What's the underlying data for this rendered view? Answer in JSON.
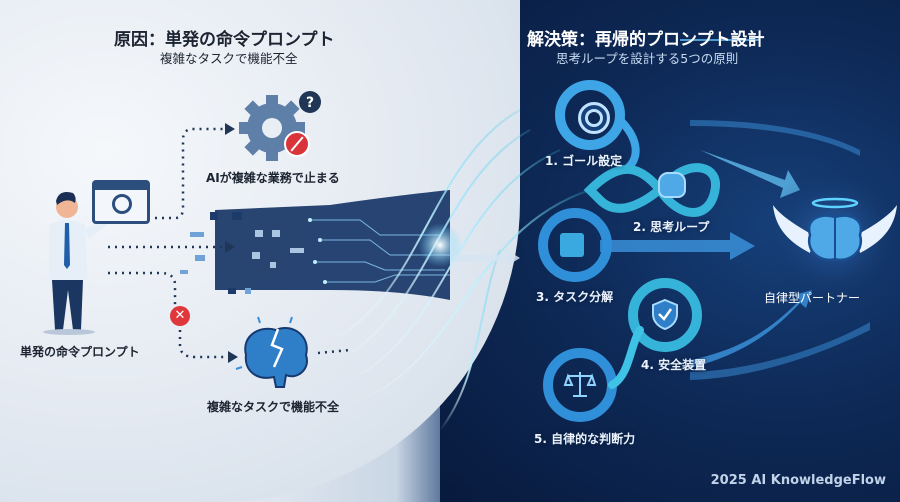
{
  "left": {
    "title": "原因：単発の命令プロンプト",
    "subtitle": "複雑なタスクで機能不全",
    "person_label": "単発の命令プロンプト",
    "gear_label": "AIが複雑な業務で止まる",
    "brain_label": "複雑なタスクで機能不全",
    "icons": [
      "person-icon",
      "browser-window-block-icon",
      "gear-question-icon",
      "prohibited-icon",
      "error-x-icon",
      "broken-brain-icon"
    ]
  },
  "right": {
    "title": "解決策：再帰的プロンプト設計",
    "subtitle": "思考ループを設計する5つの原則",
    "steps": [
      {
        "label": "1. ゴール設定",
        "icon": "target-icon"
      },
      {
        "label": "2. 思考ループ",
        "icon": "brain-icon"
      },
      {
        "label": "3. タスク分解",
        "icon": "puzzle-icon"
      },
      {
        "label": "4. 安全装置",
        "icon": "shield-check-icon"
      },
      {
        "label": "5. 自律的な判断力",
        "icon": "scales-icon"
      }
    ],
    "result_label": "自律型パートナー",
    "result_icon": "winged-brain-halo-icon"
  },
  "footer": "2025 AI KnowledgeFlow",
  "colors": {
    "left_bg": "#e3e9f1",
    "right_bg": "#0e2a58",
    "accent_cyan": "#3fc3e8",
    "accent_blue": "#2d7fd6",
    "error_red": "#d8343a",
    "navy": "#1f3656"
  }
}
